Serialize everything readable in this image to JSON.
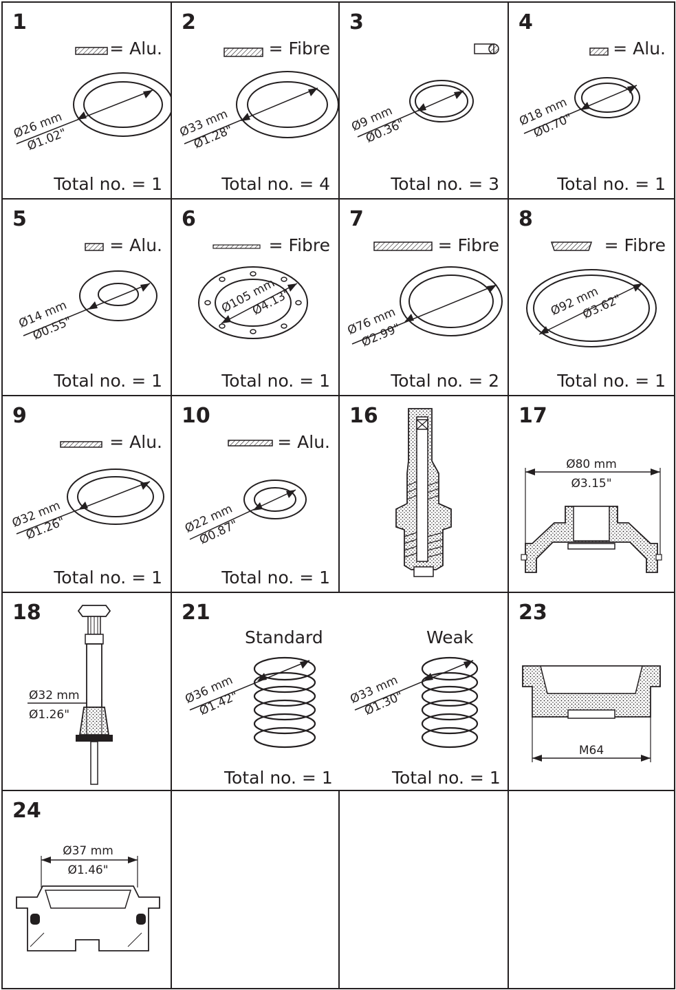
{
  "patterns": {
    "hatch": "hatch",
    "dots": "dots"
  },
  "cells": [
    {
      "id": "c1",
      "number": "1",
      "material": "= Alu.",
      "dims": [
        "Ø26 mm",
        "Ø1.02\""
      ],
      "total": "Total no. = 1"
    },
    {
      "id": "c2",
      "number": "2",
      "material": "= Fibre",
      "dims": [
        "Ø33 mm",
        "Ø1.28\""
      ],
      "total": "Total no. = 4"
    },
    {
      "id": "c3",
      "number": "3",
      "material": "",
      "dims": [
        "Ø9 mm",
        "Ø0.36\""
      ],
      "total": "Total no. = 3"
    },
    {
      "id": "c4",
      "number": "4",
      "material": "= Alu.",
      "dims": [
        "Ø18 mm",
        "Ø0.70\""
      ],
      "total": "Total no. = 1"
    },
    {
      "id": "c5",
      "number": "5",
      "material": "= Alu.",
      "dims": [
        "Ø14 mm",
        "Ø0.55\""
      ],
      "total": "Total no. = 1"
    },
    {
      "id": "c6",
      "number": "6",
      "material": "= Fibre",
      "dims": [
        "Ø105 mm",
        "Ø4.13\""
      ],
      "total": "Total no. = 1"
    },
    {
      "id": "c7",
      "number": "7",
      "material": "= Fibre",
      "dims": [
        "Ø76 mm",
        "Ø2.99\""
      ],
      "total": "Total no. = 2"
    },
    {
      "id": "c8",
      "number": "8",
      "material": "= Fibre",
      "dims": [
        "Ø92 mm",
        "Ø3.62\""
      ],
      "total": "Total no. = 1"
    },
    {
      "id": "c9",
      "number": "9",
      "material": "= Alu.",
      "dims": [
        "Ø32 mm",
        "Ø1.26\""
      ],
      "total": "Total no. = 1"
    },
    {
      "id": "c10",
      "number": "10",
      "material": "= Alu.",
      "dims": [
        "Ø22 mm",
        "Ø0.87\""
      ],
      "total": "Total no. = 1"
    },
    {
      "id": "c16",
      "number": "16"
    },
    {
      "id": "c17",
      "number": "17",
      "dims": [
        "Ø80 mm",
        "Ø3.15\""
      ]
    },
    {
      "id": "c18",
      "number": "18",
      "dims": [
        "Ø32 mm",
        "Ø1.26\""
      ]
    },
    {
      "id": "c21",
      "number": "21",
      "standard": {
        "label": "Standard",
        "dims": [
          "Ø36 mm",
          "Ø1.42\""
        ],
        "total": "Total no. = 1"
      },
      "weak": {
        "label": "Weak",
        "dims": [
          "Ø33 mm",
          "Ø1.30\""
        ],
        "total": "Total no. = 1"
      }
    },
    {
      "id": "c23",
      "number": "23",
      "thread": "M64"
    },
    {
      "id": "c24",
      "number": "24",
      "dims": [
        "Ø37 mm",
        "Ø1.46\""
      ]
    }
  ]
}
